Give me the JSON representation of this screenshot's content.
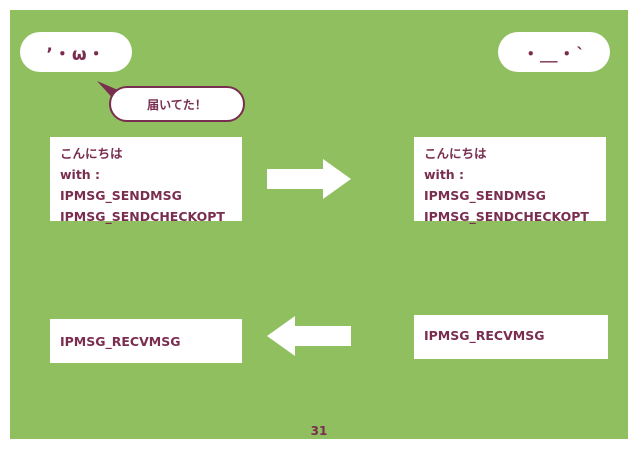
{
  "left_face": "’・ω・",
  "right_face": "・＿・`",
  "speech": "届いてた！",
  "sender_card": {
    "lines": [
      "こんにちは",
      "with :",
      "IPMSG_SENDMSG",
      "IPMSG_SENDCHECKOPT"
    ]
  },
  "receiver_card": {
    "lines": [
      "こんにちは",
      "with :",
      "IPMSG_SENDMSG",
      "IPMSG_SENDCHECKOPT"
    ]
  },
  "reply_left": "IPMSG_RECVMSG",
  "reply_right": "IPMSG_RECVMSG",
  "page_number": "31",
  "colors": {
    "background": "#8fbf5f",
    "accent": "#7a2e4f",
    "panel": "#ffffff"
  },
  "icons": {
    "forward_arrow": "arrow-right-icon",
    "back_arrow": "arrow-left-icon"
  }
}
